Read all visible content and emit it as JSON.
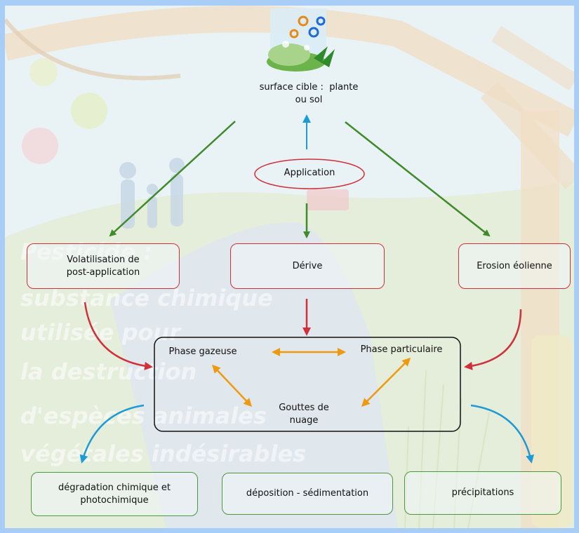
{
  "diagram": {
    "target_label": "surface cible :  plante\nou sol",
    "application": "Application",
    "volatilisation": "Volatilisation de\npost-application",
    "derive": "Dérive",
    "erosion": "Erosion éolienne",
    "phase_gazeuse": "Phase gazeuse",
    "phase_particulaire": "Phase particulaire",
    "gouttes": "Gouttes de\nnuage",
    "degradation": "dégradation chimique et\nphotochimique",
    "deposition": "déposition - sédimentation",
    "precipitations": "précipitations"
  },
  "background_text": [
    "Pesticide :",
    "substance chimique",
    "utilisée pour",
    "la destruction",
    "d'espèces animales",
    "végétales indésirables"
  ],
  "colors": {
    "frame": "#a8cdf6",
    "panel": "#e6f0f4",
    "red": "#d0303a",
    "green": "#3f8a2a",
    "blue": "#1e9ad6",
    "orange": "#ee9a10",
    "red_box": "#d0303a",
    "green_box": "#4a9a3a"
  },
  "icons": [
    "plant-sol-illustration-icon"
  ]
}
